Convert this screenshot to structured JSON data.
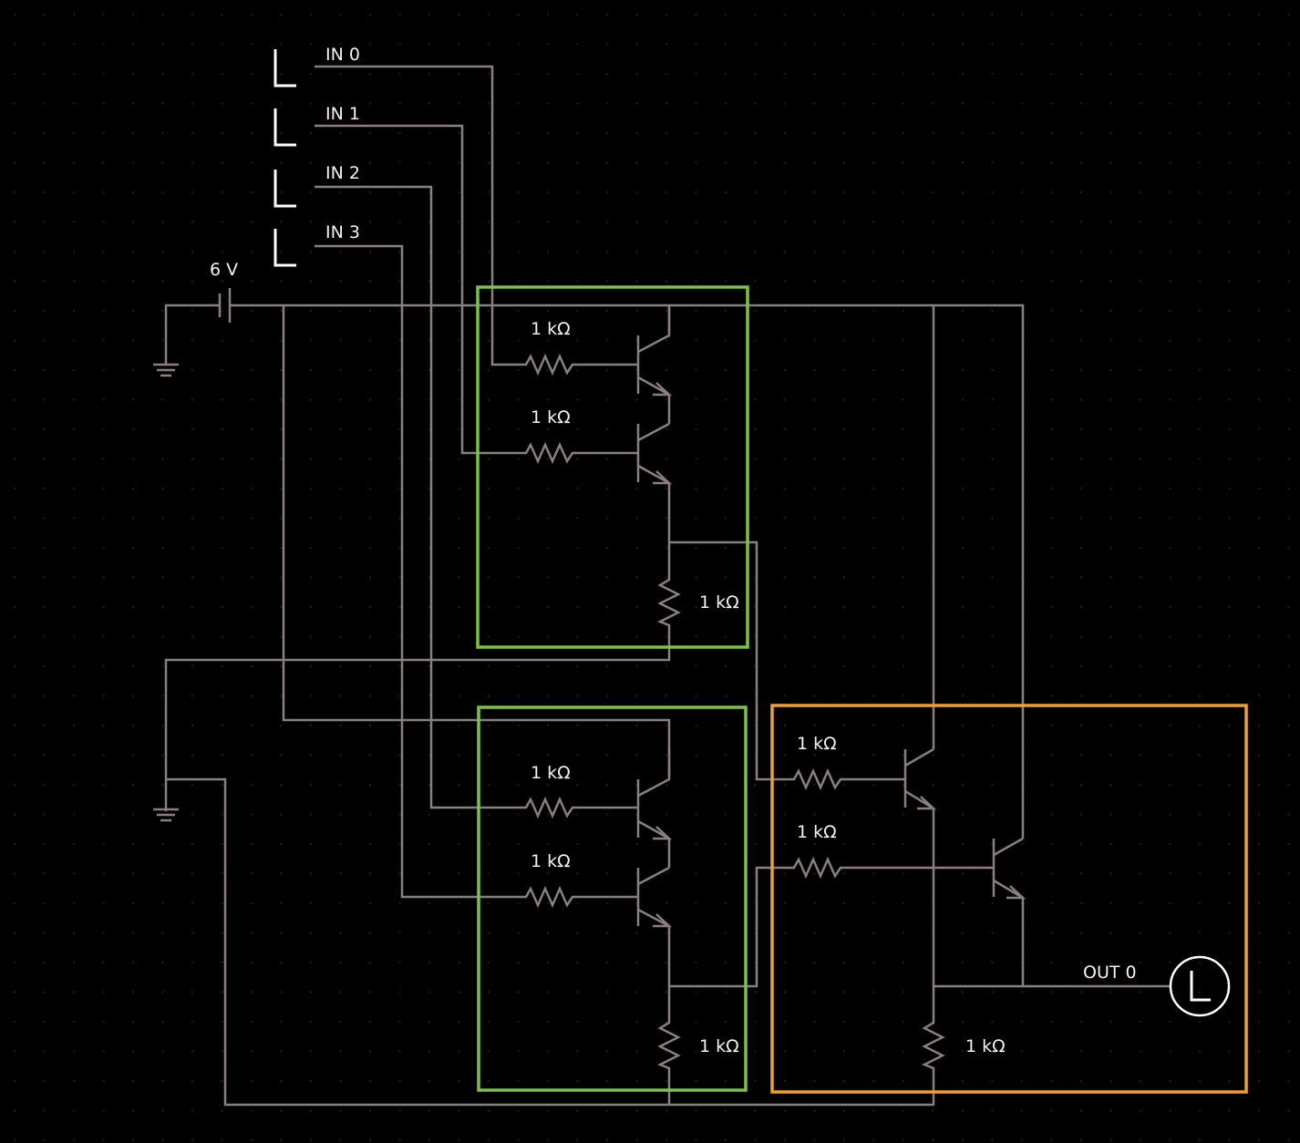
{
  "inputs": [
    "IN 0",
    "IN 1",
    "IN 2",
    "IN 3"
  ],
  "battery_label": "6 V",
  "resistor_label": "1 kΩ",
  "output_label": "OUT 0",
  "colors": {
    "background": "#000000",
    "wire": "#8a7e7e",
    "text": "#f2f2f2",
    "and_gate_box": "#7cc24a",
    "or_gate_box": "#f0a030"
  }
}
